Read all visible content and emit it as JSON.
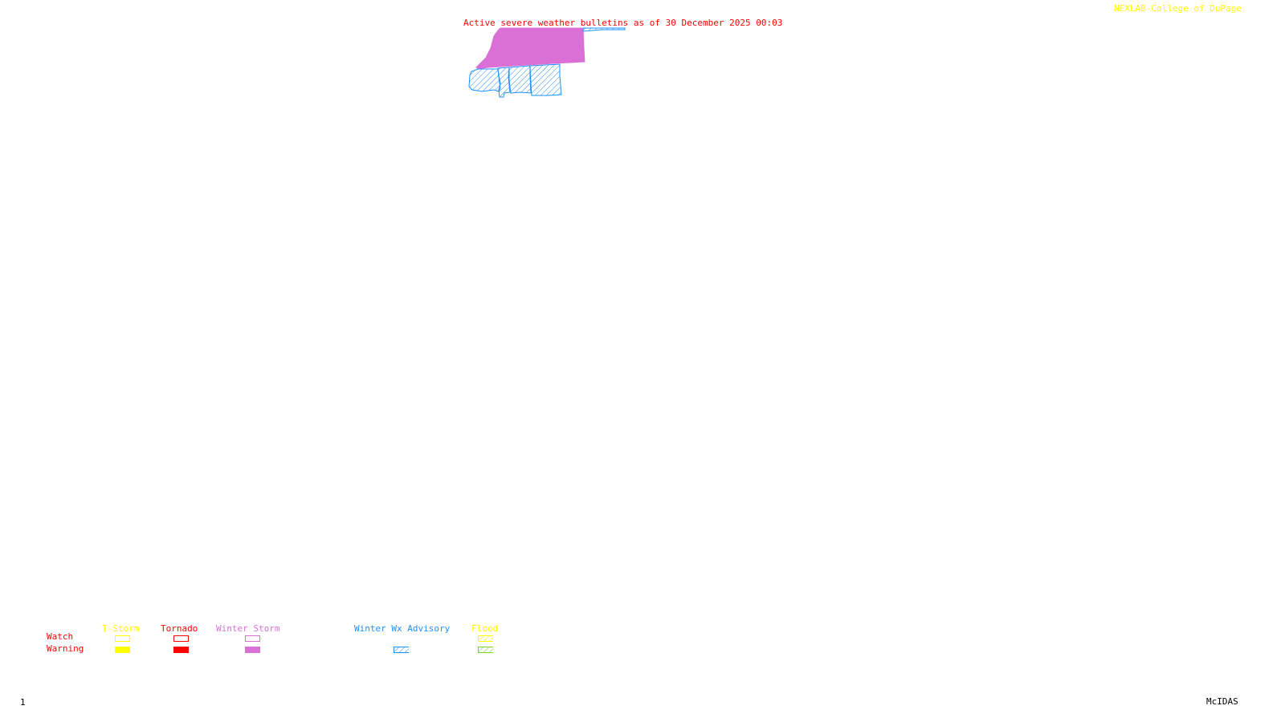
{
  "header": {
    "title": "Active severe weather bulletins as of 30 December 2025 00:03",
    "credit": "NEXLAB-College of DuPage"
  },
  "colors": {
    "title": "#ff0000",
    "credit": "#ffff00",
    "tstorm": "#ffff00",
    "tornado": "#ff0000",
    "winter_storm": "#da70d6",
    "winter_wx_advisory": "#1e90ff",
    "flood_watch": "#ffff00",
    "flood_warning": "#7cd12a"
  },
  "map": {
    "active_areas": [
      {
        "type": "Winter Storm Warning",
        "style": "solid-fill"
      },
      {
        "type": "Winter Wx Advisory",
        "style": "hatched"
      }
    ]
  },
  "legend": {
    "row_labels": [
      "Watch",
      "Warning"
    ],
    "columns": [
      {
        "label": "T-Storm",
        "watch_style": "outline",
        "warning_style": "solid"
      },
      {
        "label": "Tornado",
        "watch_style": "outline",
        "warning_style": "solid"
      },
      {
        "label": "Winter Storm",
        "watch_style": "outline",
        "warning_style": "solid"
      },
      {
        "label": "Winter Wx Advisory",
        "warning_style": "hatched"
      },
      {
        "label": "Flood",
        "watch_style": "hatched",
        "warning_style": "hatched"
      }
    ]
  },
  "footer": {
    "frame_number": "1",
    "software": "McIDAS"
  }
}
